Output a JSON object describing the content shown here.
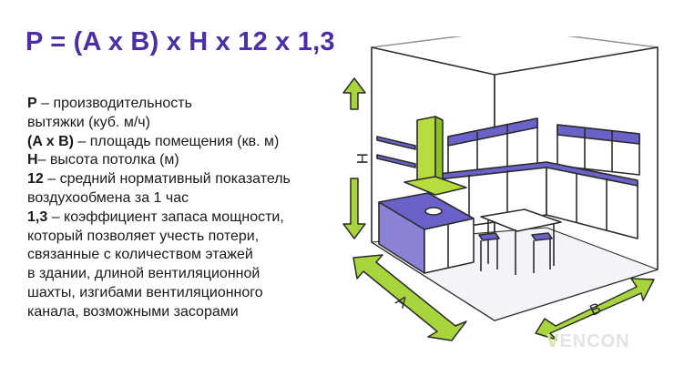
{
  "formula": "P = (A x B) x H x 12 x 1,3",
  "legend": {
    "p_sym": "P",
    "p_text_1": " – производительность",
    "p_text_2": "вытяжки (куб. м/ч)",
    "ab_sym": "(A x B)",
    "ab_text": " – площадь помещения (кв. м)",
    "h_sym": "H",
    "h_text": "– высота потолка (м)",
    "n12_sym": "12",
    "n12_text_1": " – средний нормативный показатель",
    "n12_text_2": "воздухообмена за 1 час",
    "k_sym": "1,3",
    "k_text_1": " – коэффициент запаса мощности,",
    "k_text_2": " который позволяет учесть потери,",
    "k_text_3": "связанные с количеством этажей",
    "k_text_4": "в здании, длиной вентиляционной",
    "k_text_5": "шахты, изгибами вентиляционного",
    "k_text_6": "канала, возможными засорами"
  },
  "labels": {
    "h": "H",
    "a": "A",
    "b": "B"
  },
  "watermark": {
    "logo_mark": "V",
    "logo_rest": "ENCON"
  },
  "colors": {
    "formula": "#4b2fa3",
    "arrow_fill": "#a8d53c",
    "hood": "#b6dc3e",
    "cabinet_blue": "#6b62c9",
    "outline": "#2b2b2b"
  }
}
